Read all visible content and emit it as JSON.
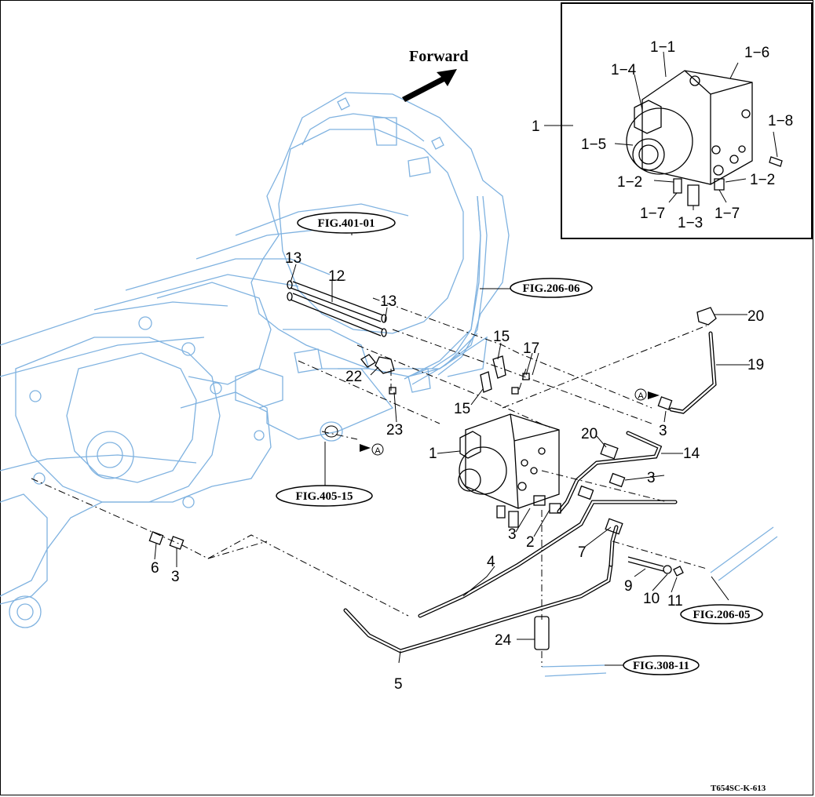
{
  "title": "Forward",
  "drawing_code": "T654SC-K-613",
  "fig_refs": {
    "fig_401_01": "FIG.401-01",
    "fig_206_06": "FIG.206-06",
    "fig_405_15": "FIG.405-15",
    "fig_206_05": "FIG.206-05",
    "fig_308_11": "FIG.308-11"
  },
  "circle_marker": "A",
  "inset_labels": {
    "l1": "1",
    "l1_1": "1−1",
    "l1_2a": "1−2",
    "l1_2b": "1−2",
    "l1_3": "1−3",
    "l1_4": "1−4",
    "l1_5": "1−5",
    "l1_6": "1−6",
    "l1_7a": "1−7",
    "l1_7b": "1−7",
    "l1_8": "1−8"
  },
  "part_labels": {
    "p1": "1",
    "p2": "2",
    "p3a": "3",
    "p3b": "3",
    "p3c": "3",
    "p3d": "3",
    "p4": "4",
    "p5": "5",
    "p6": "6",
    "p7": "7",
    "p9": "9",
    "p10": "10",
    "p11": "11",
    "p12": "12",
    "p13a": "13",
    "p13b": "13",
    "p14": "14",
    "p15a": "15",
    "p15b": "15",
    "p17": "17",
    "p19": "19",
    "p20a": "20",
    "p20b": "20",
    "p22": "22",
    "p23": "23",
    "p24": "24"
  },
  "colors": {
    "line": "#000000",
    "housing": "#7fb2e0",
    "background": "#ffffff"
  }
}
